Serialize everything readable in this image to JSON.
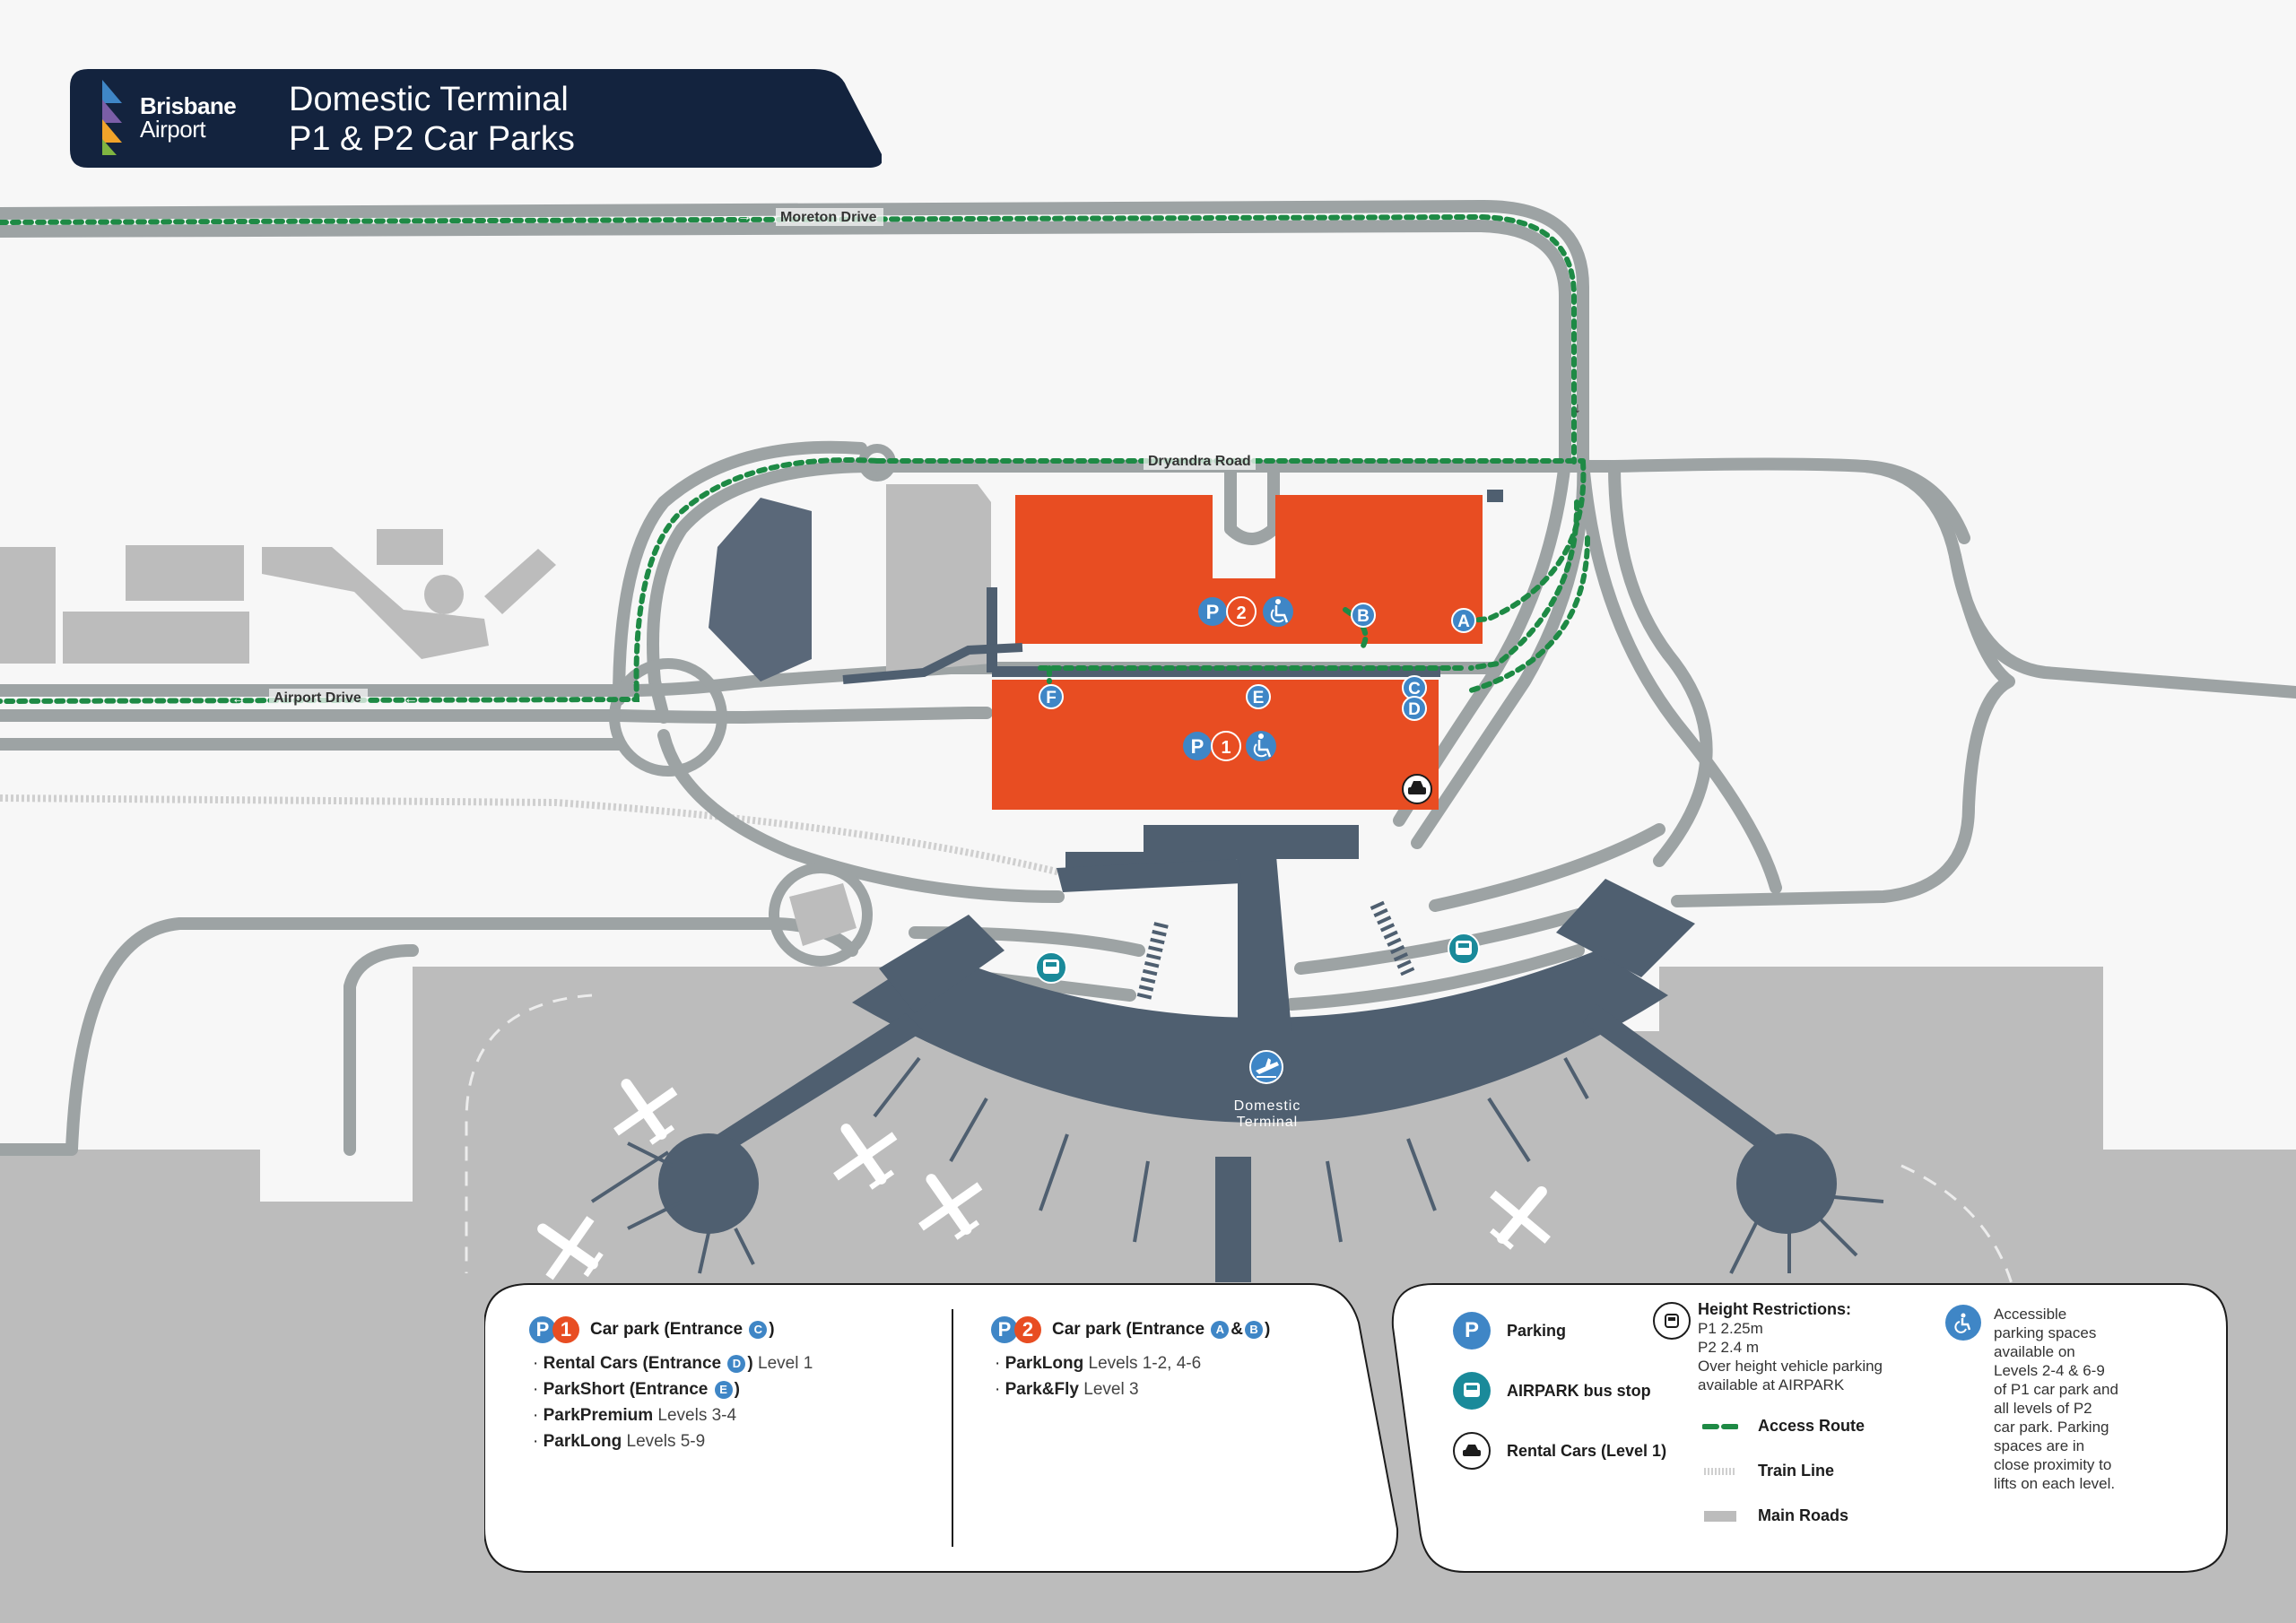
{
  "header": {
    "brand_line1": "Brisbane",
    "brand_line2": "Airport",
    "title_line1": "Domestic Terminal",
    "title_line2": "P1 & P2 Car Parks"
  },
  "roads": {
    "moreton_drive": "Moreton Drive",
    "dryandra_road": "Dryandra Road",
    "airport_drive": "Airport Drive"
  },
  "map_labels": {
    "p1": "P",
    "p1_num": "1",
    "p2": "P",
    "p2_num": "2",
    "entrances": [
      "A",
      "B",
      "C",
      "D",
      "E",
      "F"
    ],
    "terminal_line1": "Domestic",
    "terminal_line2": "Terminal"
  },
  "legend_left": {
    "p1": {
      "title": "Car park (Entrance ",
      "title_entrance": "C",
      "title_end": ")",
      "items": [
        {
          "bold": "Rental Cars (Entrance ",
          "entrance": "D",
          "bold_end": ")",
          "levels": "Level 1"
        },
        {
          "bold": "ParkShort (Entrance ",
          "entrance": "E",
          "bold_end": ")",
          "levels": ""
        },
        {
          "bold": "ParkPremium",
          "entrance": "",
          "bold_end": "",
          "levels": "Levels 3-4"
        },
        {
          "bold": "ParkLong",
          "entrance": "",
          "bold_end": "",
          "levels": "Levels 5-9"
        }
      ]
    },
    "p2": {
      "title": "Car park (Entrance ",
      "title_entrance_a": "A",
      "title_amp": "&",
      "title_entrance_b": "B",
      "title_end": ")",
      "items": [
        {
          "bold": "ParkLong",
          "levels": "Levels 1-2, 4-6"
        },
        {
          "bold": "Park&Fly",
          "levels": "Level 3"
        }
      ]
    }
  },
  "legend_right": {
    "parking": "Parking",
    "bus_stop": "AIRPARK bus stop",
    "rental_cars": "Rental Cars (Level 1)",
    "height_title": "Height Restrictions:",
    "height_p1": "P1 2.25m",
    "height_p2": "P2 2.4 m",
    "height_note1": "Over height vehicle parking",
    "height_note2": "available at AIRPARK",
    "access_route": "Access Route",
    "train_line": "Train Line",
    "main_roads": "Main Roads",
    "accessible": [
      "Accessible",
      "parking spaces",
      "available on",
      "Levels 2-4 & 6-9",
      "of P1 car park and",
      "all levels of P2",
      "car park. Parking",
      "spaces are in",
      "close proximity to",
      "lifts on each level."
    ]
  },
  "colors": {
    "navy": "#13233e",
    "orange": "#e84d22",
    "blue": "#3f86c6",
    "teal": "#1a8a9a",
    "terminal": "#4f5f70",
    "road": "#9da3a4",
    "apron": "#bcbcbc",
    "access_route": "#1e8a45"
  }
}
